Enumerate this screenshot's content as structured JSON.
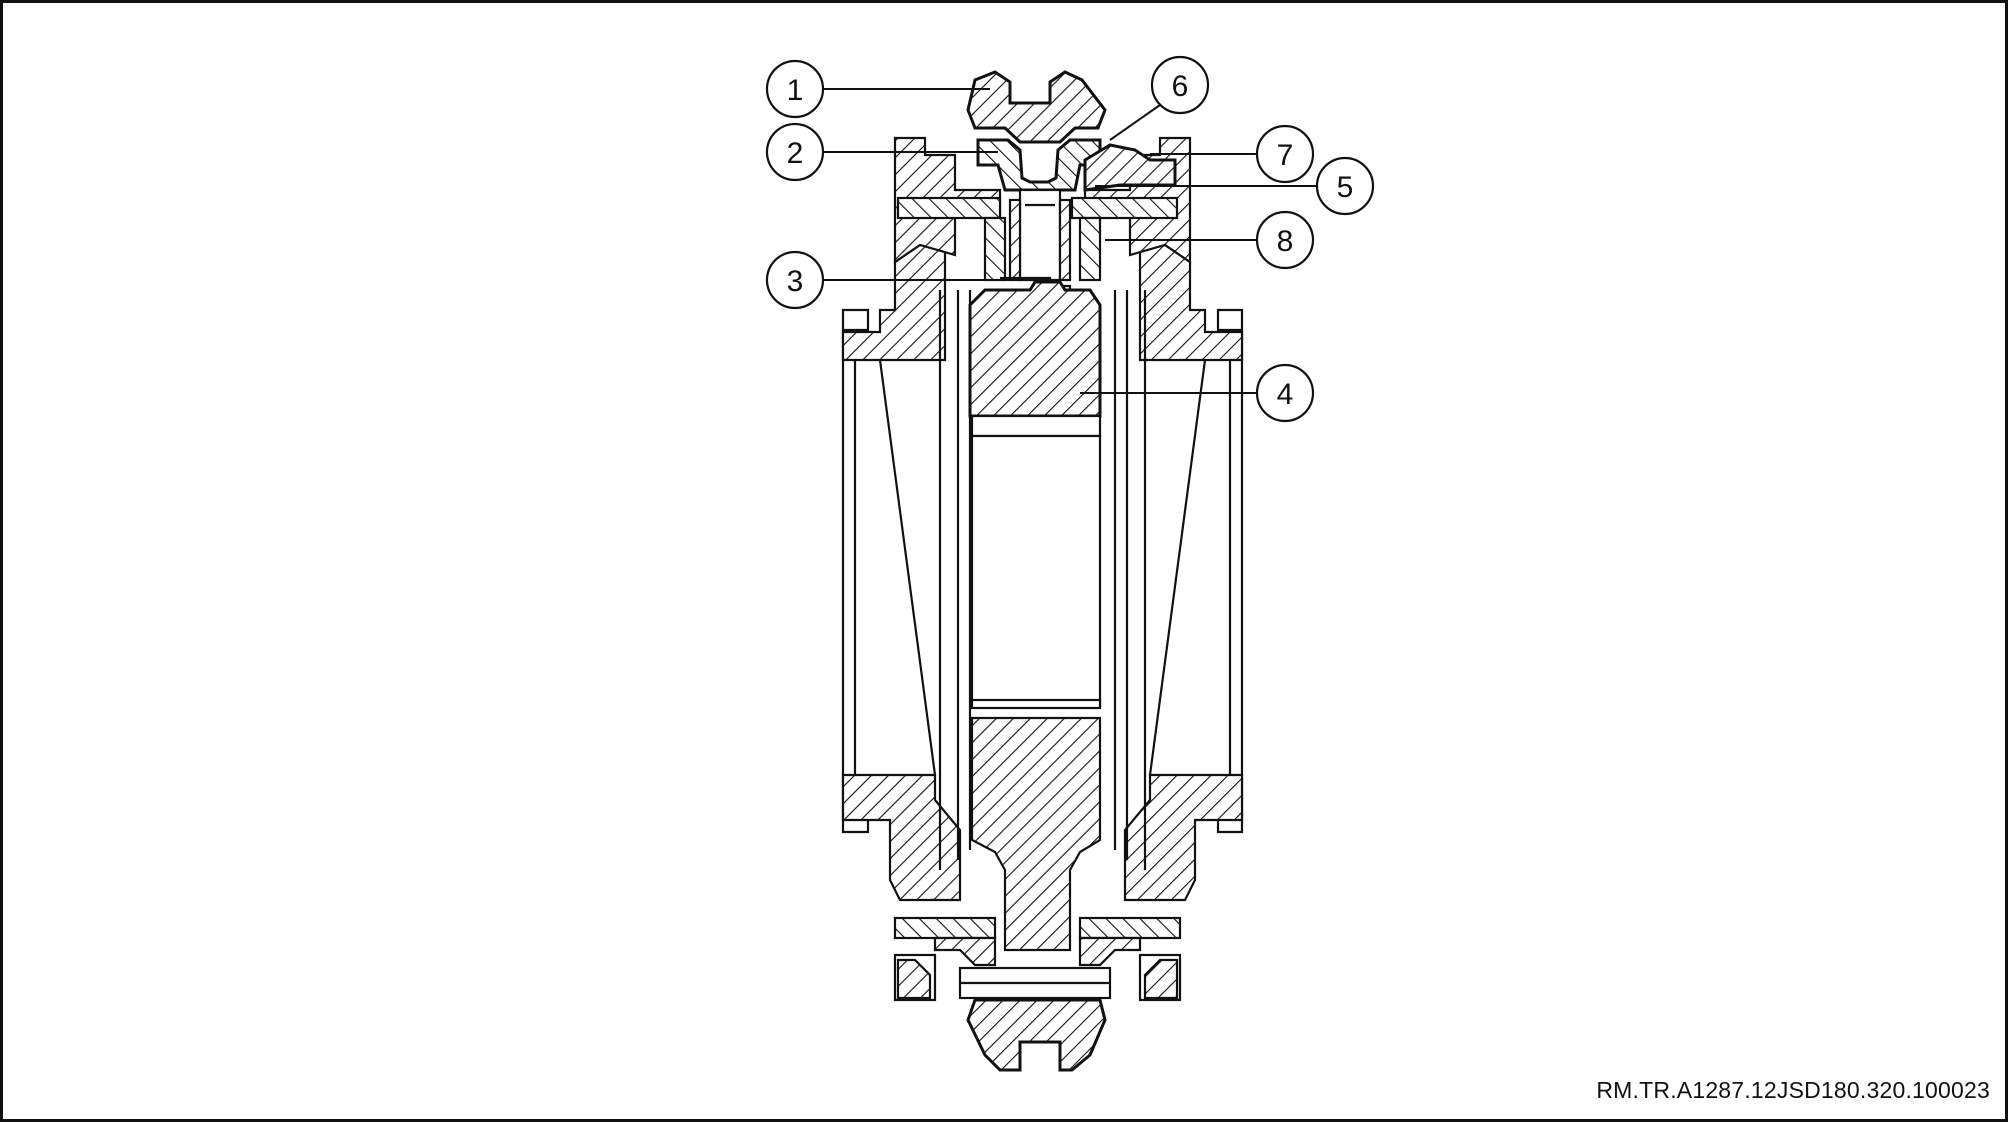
{
  "figure": {
    "reference_code": "RM.TR.A1287.12JSD180.320.100023",
    "callouts": [
      {
        "id": "1",
        "label": "1"
      },
      {
        "id": "2",
        "label": "2"
      },
      {
        "id": "3",
        "label": "3"
      },
      {
        "id": "4",
        "label": "4"
      },
      {
        "id": "5",
        "label": "5"
      },
      {
        "id": "6",
        "label": "6"
      },
      {
        "id": "7",
        "label": "7"
      },
      {
        "id": "8",
        "label": "8"
      }
    ],
    "colors": {
      "ink": "#111111",
      "background": "#ffffff"
    }
  }
}
